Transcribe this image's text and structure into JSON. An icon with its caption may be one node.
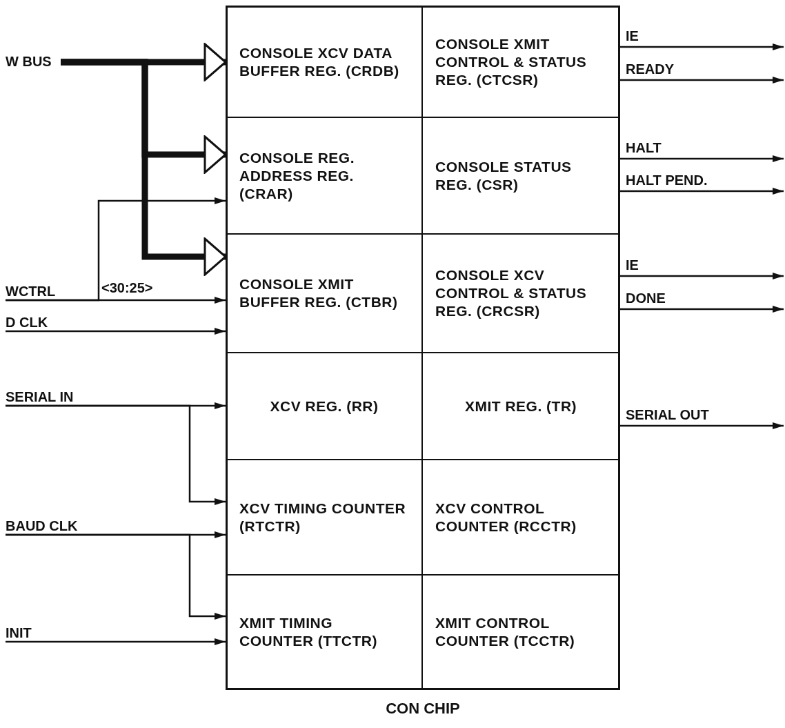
{
  "diagram": {
    "nodes": [
      {
        "text": [
          "CON CHIP"
        ]
      },
      {
        "text": [
          "CONSOLE XCV DATA BUFFER REG. (CRDB)"
        ],
        "in": 0
      },
      {
        "text": [
          "CONSOLE XMIT CONTROL & STATUS REG. (CTCSR)"
        ],
        "in": 0
      },
      {
        "text": [
          "CONSOLE REG. ADDRESS REG. (CRAR)"
        ],
        "in": 0
      },
      {
        "text": [
          "CONSOLE STATUS REG. (CSR)"
        ],
        "in": 0
      },
      {
        "text": [
          "CONSOLE XMIT BUFFER REG. (CTBR)"
        ],
        "in": 0
      },
      {
        "text": [
          "CONSOLE XCV CONTROL & STATUS REG. (CRCSR)"
        ],
        "in": 0
      },
      {
        "text": [
          "XCV REG. (RR)"
        ],
        "in": 0
      },
      {
        "text": [
          "XMIT REG. (TR)"
        ],
        "in": 0
      },
      {
        "text": [
          "XCV TIMING COUNTER (RTCTR)"
        ],
        "in": 0
      },
      {
        "text": [
          "XCV CONTROL COUNTER (RCCTR)"
        ],
        "in": 0
      },
      {
        "text": [
          "XMIT TIMING COUNTER (TTCTR)"
        ],
        "in": 0
      },
      {
        "text": [
          "XMIT CONTROL COUNTER (TCCTR)"
        ],
        "in": 0
      },
      {
        "text": [
          "W BUS"
        ]
      },
      {
        "text": [
          "WCTRL"
        ]
      },
      {
        "text": [
          "D CLK"
        ]
      },
      {
        "text": [
          "SERIAL IN"
        ]
      },
      {
        "text": [
          "BAUD CLK"
        ]
      },
      {
        "text": [
          "INIT"
        ]
      }
    ],
    "edges": [
      {
        "from": 13,
        "to": 1,
        "arrow": "to",
        "style": "thick"
      },
      {
        "from": 13,
        "to": 3,
        "arrow": "to",
        "style": "thick"
      },
      {
        "from": 13,
        "to": 5,
        "arrow": "to",
        "style": "thick"
      },
      {
        "from": 14,
        "to": 5,
        "arrow": "to"
      },
      {
        "from": 14,
        "to": 3,
        "arrow": "to"
      },
      {
        "from": 15,
        "to": 5,
        "arrow": "to"
      },
      {
        "from": 16,
        "to": 7,
        "arrow": "to"
      },
      {
        "from": 16,
        "to": 9,
        "arrow": "to"
      },
      {
        "from": 17,
        "to": 9,
        "arrow": "to"
      },
      {
        "from": 17,
        "to": 11,
        "arrow": "to"
      },
      {
        "from": 18,
        "to": 11,
        "arrow": "to"
      },
      {
        "from": 2,
        "to": null,
        "arrow": "to",
        "label": "IE"
      },
      {
        "from": 2,
        "to": null,
        "arrow": "to",
        "label": "READY"
      },
      {
        "from": 4,
        "to": null,
        "arrow": "to",
        "label": "HALT"
      },
      {
        "from": 4,
        "to": null,
        "arrow": "to",
        "label": "HALT PEND."
      },
      {
        "from": 6,
        "to": null,
        "arrow": "to",
        "label": "IE"
      },
      {
        "from": 6,
        "to": null,
        "arrow": "to",
        "label": "DONE"
      },
      {
        "from": 8,
        "to": null,
        "arrow": "to",
        "label": "SERIAL OUT"
      }
    ],
    "labels": [
      "<30:25>"
    ]
  }
}
